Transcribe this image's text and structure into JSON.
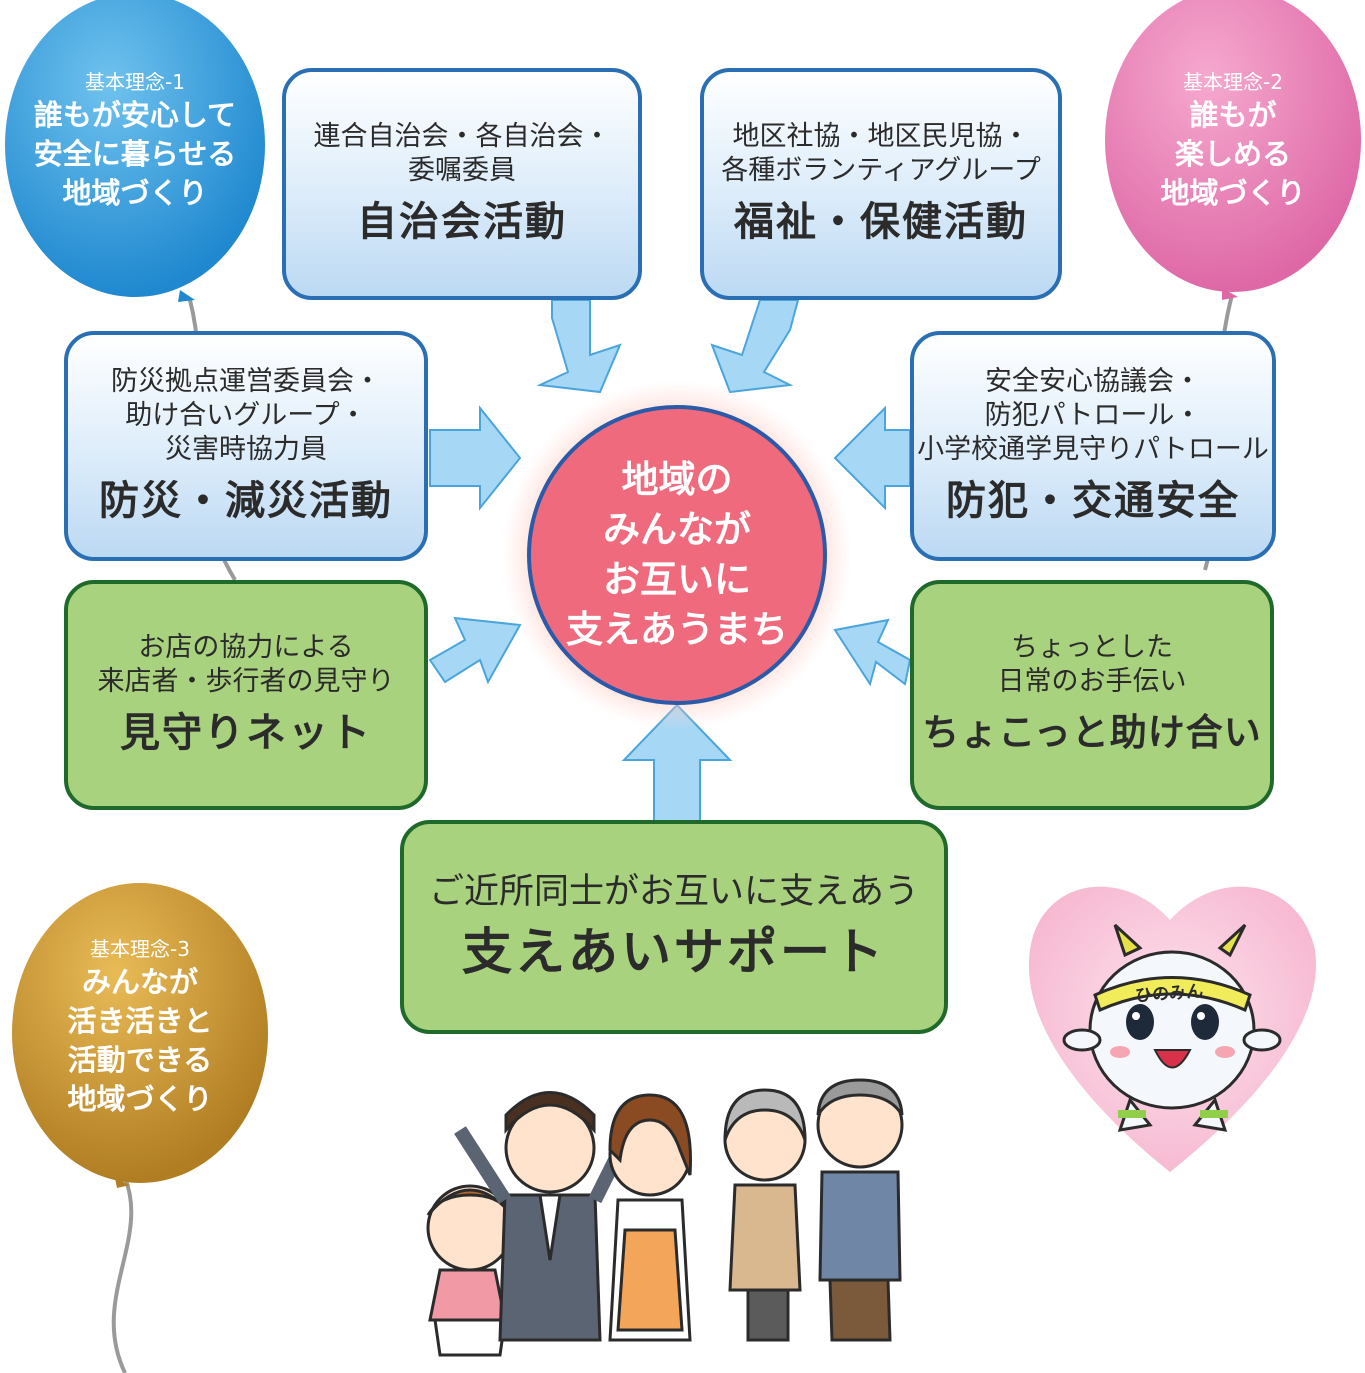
{
  "center": {
    "lines": [
      "地域の",
      "みんなが",
      "お互いに",
      "支えあうまち"
    ]
  },
  "principles": [
    {
      "label": "基本理念-1",
      "lines": [
        "誰もが安心して",
        "安全に暮らせる",
        "地域づくり"
      ],
      "color": "#3aa0dc"
    },
    {
      "label": "基本理念-2",
      "lines": [
        "誰もが",
        "楽しめる",
        "地域づくり"
      ],
      "color": "#e87fb5"
    },
    {
      "label": "基本理念-3",
      "lines": [
        "みんなが",
        "活き活きと",
        "活動できる",
        "地域づくり"
      ],
      "color": "#c49332"
    }
  ],
  "activities": {
    "jichikai": {
      "sub": [
        "連合自治会・各自治会・",
        "委嘱委員"
      ],
      "title": "自治会活動"
    },
    "fukushi": {
      "sub": [
        "地区社協・地区民児協・",
        "各種ボランティアグループ"
      ],
      "title": "福祉・保健活動"
    },
    "bousai": {
      "sub": [
        "防災拠点運営委員会・",
        "助け合いグループ・",
        "災害時協力員"
      ],
      "title": "防災・減災活動"
    },
    "bouhan": {
      "sub": [
        "安全安心協議会・",
        "防犯パトロール・",
        "小学校通学見守りパトロール"
      ],
      "title": "防犯・交通安全"
    },
    "mimamori": {
      "sub": [
        "お店の協力による",
        "来店者・歩行者の見守り"
      ],
      "title": "見守りネット"
    },
    "chokotto": {
      "sub": [
        "ちょっとした",
        "日常のお手伝い"
      ],
      "title": "ちょこっと助け合い"
    }
  },
  "support": {
    "sub": "ご近所同士がお互いに支えあう",
    "title": "支えあいサポート"
  },
  "mascot": {
    "name": "ひのみん"
  },
  "colors": {
    "blue_border": "#2a6fb4",
    "green_border": "#1f6a2a",
    "green_fill": "#a9d27e",
    "arrow": "#a6d8f5",
    "center": "#ee6a7c"
  }
}
